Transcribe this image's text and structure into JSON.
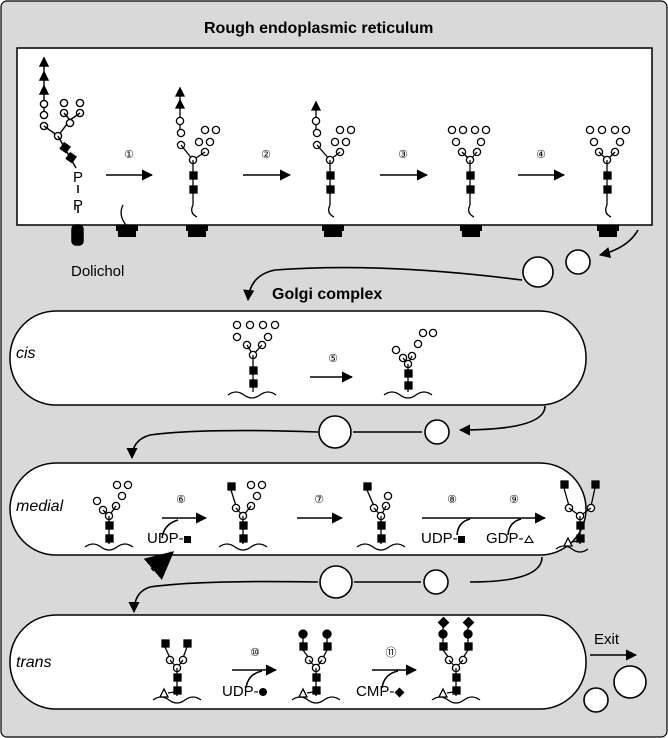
{
  "title": "Rough endoplasmic reticulum",
  "golgi_title": "Golgi complex",
  "dolichol_label": "Dolichol",
  "phosphate_label": "P",
  "compartments": {
    "cis": "cis",
    "medial": "medial",
    "trans": "trans"
  },
  "steps": [
    "①",
    "②",
    "③",
    "④",
    "⑤",
    "⑥",
    "⑦",
    "⑧",
    "⑨",
    "⑩",
    "⑪"
  ],
  "reagents": {
    "udp_glcnac": "UDP-",
    "udp_glcnac_2": "UDP-",
    "gdp_fuc": "GDP-",
    "udp_gal": "UDP-",
    "cmp_neuac": "CMP-"
  },
  "exit_label": "Exit",
  "colors": {
    "panel_bg": "#d9d9d9",
    "compartment_bg": "#ffffff",
    "ink": "#000000"
  }
}
